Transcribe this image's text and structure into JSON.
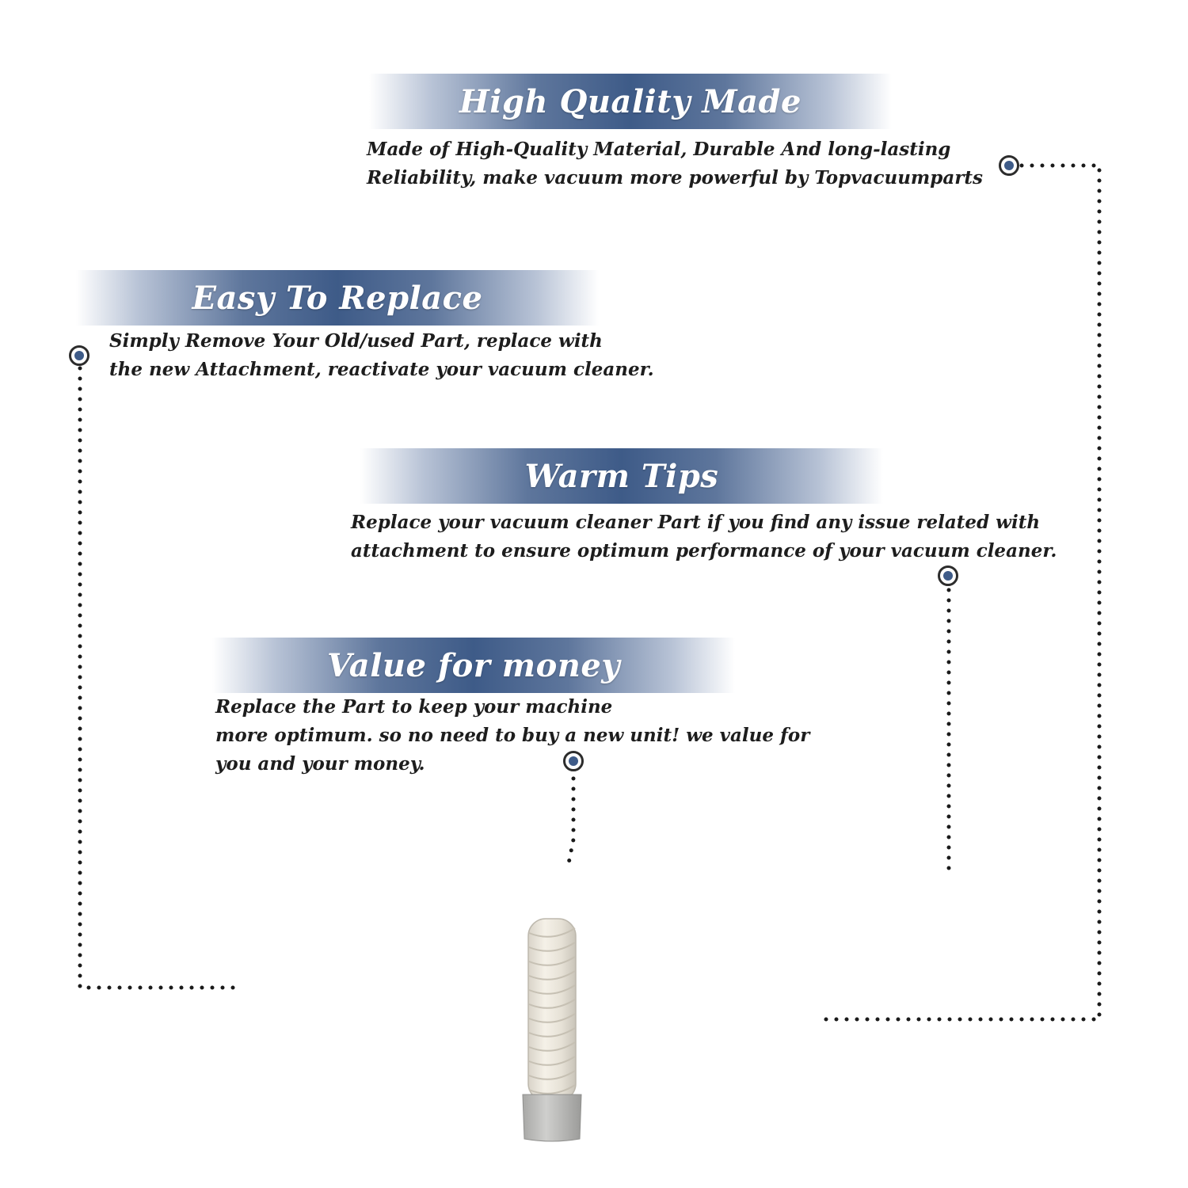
{
  "features": [
    {
      "title": "High Quality Made",
      "lines": [
        "Made of  High-Quality Material, Durable And long-lasting",
        "Reliability, make vacuum more powerful by Topvacuumparts"
      ]
    },
    {
      "title": "Easy To Replace",
      "lines": [
        "Simply Remove Your Old/used Part, replace with",
        "the new Attachment, reactivate your vacuum cleaner."
      ]
    },
    {
      "title": "Warm Tips",
      "lines": [
        "Replace your vacuum cleaner Part if you find any issue related with",
        " attachment to ensure optimum performance of your vacuum cleaner."
      ]
    },
    {
      "title": "Value for money",
      "lines": [
        "Replace the Part to keep your machine",
        "more optimum. so no need to buy a new unit! we value for",
        "you and your money."
      ]
    }
  ],
  "colors": {
    "accent": "#3e5b88",
    "text": "#1d1d1d",
    "dots": "#1a1a1a"
  },
  "product_image": "vacuum-hose-attachment"
}
